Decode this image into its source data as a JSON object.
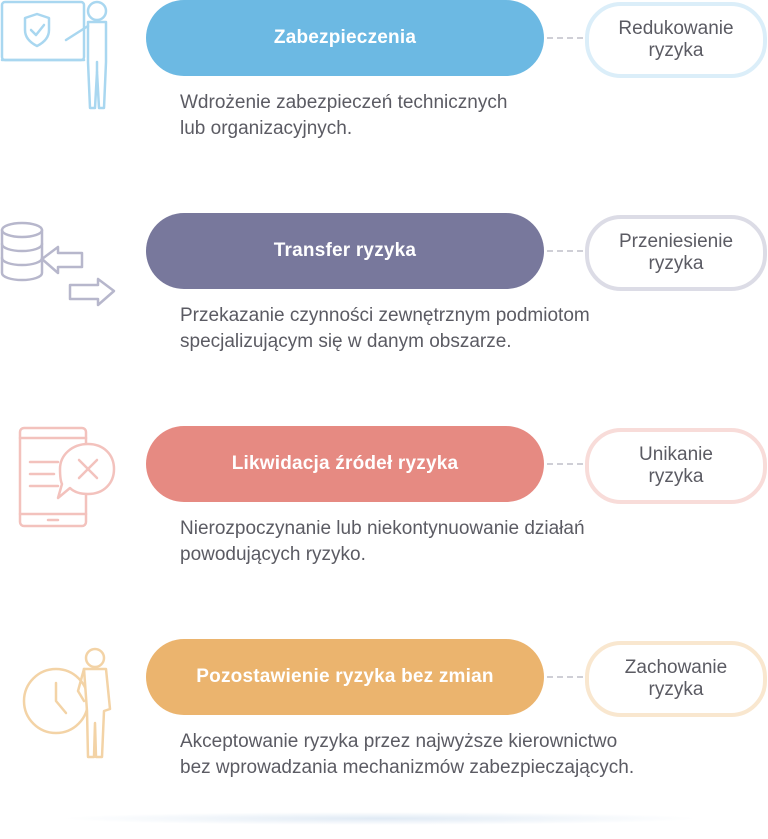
{
  "steps": [
    {
      "title": "Zabezpieczenia",
      "result_line1": "Redukowanie",
      "result_line2": "ryzyka",
      "desc_line1": "Wdrożenie zabezpieczeń technicznych",
      "desc_line2": "lub organizacyjnych.",
      "icon": "presentation-shield-icon",
      "color": "#6cb9e3",
      "light_color": "#dbeef9"
    },
    {
      "title": "Transfer ryzyka",
      "result_line1": "Przeniesienie",
      "result_line2": "ryzyka",
      "desc_line1": "Przekazanie czynności zewnętrznym podmiotom",
      "desc_line2": "specjalizującym się w danym obszarze.",
      "icon": "database-transfer-icon",
      "color": "#78789c",
      "light_color": "#dcdce6"
    },
    {
      "title": "Likwidacja źródeł ryzyka",
      "result_line1": "Unikanie",
      "result_line2": "ryzyka",
      "desc_line1": "Nierozpoczynanie lub niekontynuowanie działań",
      "desc_line2": "powodujących ryzyko.",
      "icon": "document-cancel-icon",
      "color": "#e68a82",
      "light_color": "#f8dcd9"
    },
    {
      "title": "Pozostawienie ryzyka bez zmian",
      "result_line1": "Zachowanie",
      "result_line2": "ryzyka",
      "desc_line1": "Akceptowanie ryzyka przez najwyższe kierownictwo",
      "desc_line2": "bez wprowadzania mechanizmów zabezpieczających.",
      "icon": "person-clock-icon",
      "color": "#ebb46e",
      "light_color": "#f9e7cf"
    }
  ]
}
